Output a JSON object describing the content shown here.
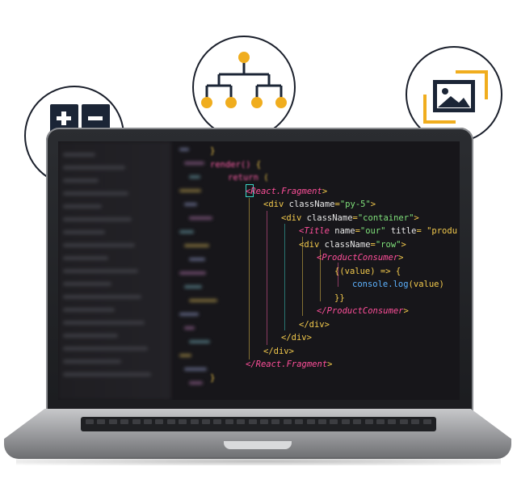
{
  "icons": {
    "calculator": "calculator-icon",
    "hierarchy": "hierarchy-icon",
    "image": "image-icon"
  },
  "colors": {
    "navy": "#1b2536",
    "gold": "#f0ad1e",
    "screen": "#17161a"
  },
  "code_lines": [
    {
      "indent": 0,
      "text": "}"
    },
    {
      "indent": 0,
      "text": "render() {"
    },
    {
      "indent": 1,
      "text": "return ("
    },
    {
      "indent": 2,
      "text": "<React.Fragment>"
    },
    {
      "indent": 3,
      "text": "<div className=\"py-5\">"
    },
    {
      "indent": 4,
      "text": "<div className=\"container\">"
    },
    {
      "indent": 5,
      "text": "<Title name=\"our\" title= \"produ"
    },
    {
      "indent": 5,
      "text": "<div className=\"row\">"
    },
    {
      "indent": 6,
      "text": "<ProductConsumer>"
    },
    {
      "indent": 7,
      "text": "{(value) => {"
    },
    {
      "indent": 8,
      "text": "console.log(value)"
    },
    {
      "indent": 7,
      "text": "}}"
    },
    {
      "indent": 6,
      "text": "</ProductConsumer>"
    },
    {
      "indent": 5,
      "text": "</div>"
    },
    {
      "indent": 4,
      "text": "</div>"
    },
    {
      "indent": 3,
      "text": "</div>"
    },
    {
      "indent": 2,
      "text": "</React.Fragment>"
    },
    {
      "indent": 0,
      "text": "}"
    }
  ]
}
